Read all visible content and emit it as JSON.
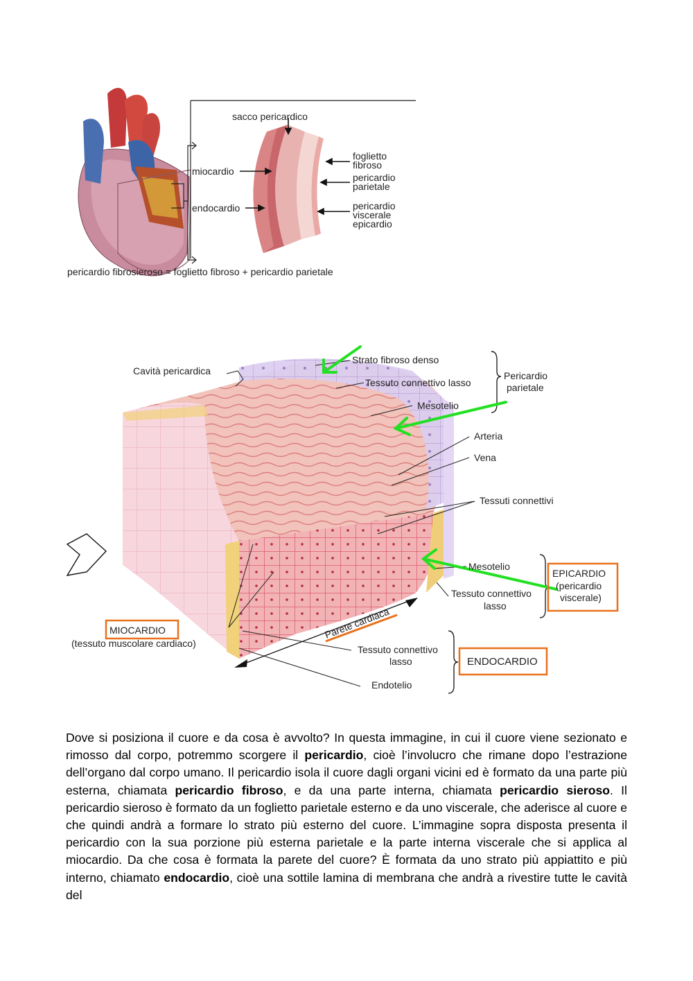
{
  "figure_top": {
    "labels": {
      "sacco": "sacco pericardico",
      "miocardio": "miocardio",
      "endocardio": "endocardio",
      "foglietto_1": "foglietto",
      "foglietto_2": "fibroso",
      "pericardio_parietale_1": "pericardio",
      "pericardio_parietale_2": "parietale",
      "pericardio_viscerale_1": "pericardio",
      "pericardio_viscerale_2": "viscerale",
      "pericardio_viscerale_3": "epicardio",
      "caption": "pericardio fibrosieroso = foglietto fibroso + pericardio parietale"
    }
  },
  "figure_bottom": {
    "labels": {
      "cavita": "Cavità pericardica",
      "strato_fibroso": "Strato fibroso denso",
      "tessuto_lasso_top": "Tessuto connettivo lasso",
      "mesotelio_top": "Mesotelio",
      "pericardio_parietale_1": "Pericardio",
      "pericardio_parietale_2": "parietale",
      "arteria": "Arteria",
      "vena": "Vena",
      "tessuti_connettivi": "Tessuti connettivi",
      "mesotelio_mid": "Mesotelio",
      "tessuto_lasso_mid_1": "Tessuto connettivo",
      "tessuto_lasso_mid_2": "lasso",
      "epicardio_1": "EPICARDIO",
      "epicardio_2": "(pericardio",
      "epicardio_3": "viscerale)",
      "parete": "Parete cardiaca",
      "miocardio_1": "MIOCARDIO",
      "miocardio_2": "(tessuto muscolare cardiaco)",
      "tessuto_lasso_bot_1": "Tessuto connettivo",
      "tessuto_lasso_bot_2": "lasso",
      "endocardio": "ENDOCARDIO",
      "endotelio": "Endotelio"
    },
    "colors": {
      "highlight_box": "#e8711c",
      "arrow": "#22e022"
    }
  },
  "paragraph": {
    "s1": "Dove si posiziona il cuore e da cosa è avvolto? In questa immagine, in cui il cuore viene sezionato e rimosso dal corpo, potremmo scorgere il ",
    "b1": "pericardio",
    "s2": ", cioè l’involucro che rimane dopo l’estrazione dell’organo dal corpo umano. Il pericardio isola il cuore dagli organi vicini ed è formato da una parte più esterna, chiamata ",
    "b2": "pericardio fibroso",
    "s3": ", e da una parte interna, chiamata ",
    "b3": "pericardio sieroso",
    "s4": ". Il pericardio sieroso è formato da un foglietto parietale esterno e da uno viscerale, che aderisce al cuore e che quindi andrà a formare lo strato più esterno del cuore. L’immagine sopra disposta presenta il pericardio con la sua porzione più esterna parietale e la parte interna viscerale che si applica al miocardio. Da che cosa è formata la parete del cuore? È formata da uno strato più appiattito e più interno, chiamato ",
    "b4": "endocardio",
    "s5": ", cioè una sottile lamina di membrana che andrà a rivestire tutte le cavità del"
  }
}
